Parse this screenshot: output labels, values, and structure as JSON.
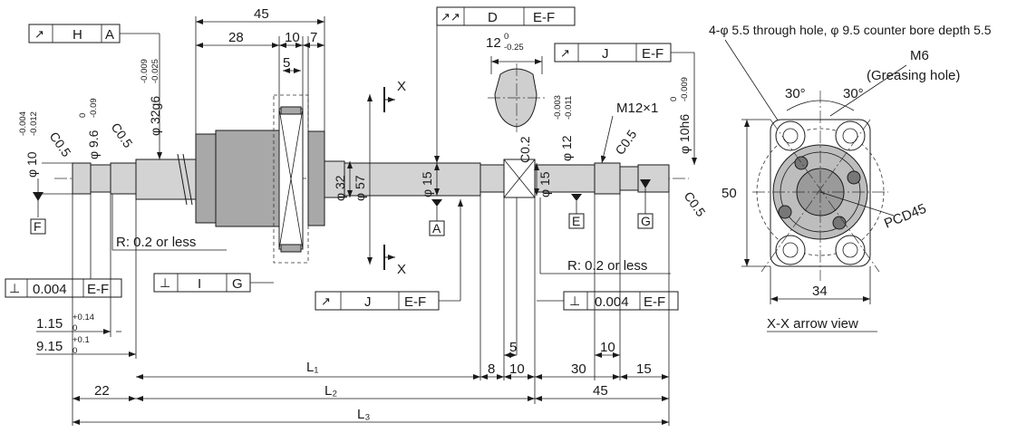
{
  "dims": {
    "d45": "45",
    "d28": "28",
    "d10": "10",
    "d7": "7",
    "d5": "5",
    "d12": "12",
    "d12_up": "0",
    "d12_low": "-0.25",
    "phi10": "φ 10",
    "phi10_up": "-0.004",
    "phi10_low": "-0.012",
    "phi9_6": "φ 9.6",
    "phi9_6_up": "0",
    "phi9_6_low": "-0.09",
    "phi32g6": "φ 32g6",
    "phi32g6_up": "-0.009",
    "phi32g6_low": "-0.025",
    "c05a": "C0.5",
    "c05b": "C0.5",
    "c05c": "C0.5",
    "c05d": "C0.5",
    "c02": "C0.2",
    "phi32": "φ 32",
    "phi57": "φ 57",
    "phi15a": "φ 15",
    "phi15b": "φ 15",
    "phi12": "φ 12",
    "phi12_up": "-0.003",
    "phi12_low": "-0.011",
    "phi10h6": "φ 10h6",
    "phi10h6_up": "0",
    "phi10h6_low": "-0.009",
    "m12": "M12×1",
    "r_left": "R: 0.2 or less",
    "r_right": "R: 0.2 or less",
    "d115": "1.15",
    "d115_up": "+0.14",
    "d115_low": "0",
    "d915": "9.15",
    "d915_up": "+0.1",
    "d915_low": "0",
    "L1": "L₁",
    "L2": "L₂",
    "L3": "L₃",
    "d8": "8",
    "d10b": "10",
    "d5b": "5",
    "d30": "30",
    "d15": "15",
    "d10c": "10",
    "d22": "22",
    "d45b": "45",
    "X": "X"
  },
  "frames": {
    "H": {
      "sym": "↗",
      "a": "H",
      "b": "A"
    },
    "D": {
      "sym": "↗↗",
      "a": "D",
      "b": "E-F"
    },
    "J1": {
      "sym": "↗",
      "a": "J",
      "b": "E-F"
    },
    "J2": {
      "sym": "↗",
      "a": "J",
      "b": "E-F"
    },
    "P1": {
      "sym": "⊥",
      "a": "0.004",
      "b": "E-F"
    },
    "P2": {
      "sym": "⊥",
      "a": "0.004",
      "b": "E-F"
    },
    "I": {
      "sym": "⊥",
      "a": "I",
      "b": "G"
    }
  },
  "datums": {
    "F": "F",
    "A": "A",
    "E": "E",
    "G": "G"
  },
  "view": {
    "note": "4-φ 5.5 through hole, φ 9.5 counter bore depth 5.5",
    "m6": "M6",
    "greasing": "(Greasing hole)",
    "a30a": "30°",
    "a30b": "30°",
    "d50": "50",
    "pcd": "PCD45",
    "d34": "34",
    "caption": "X-X arrow view"
  }
}
